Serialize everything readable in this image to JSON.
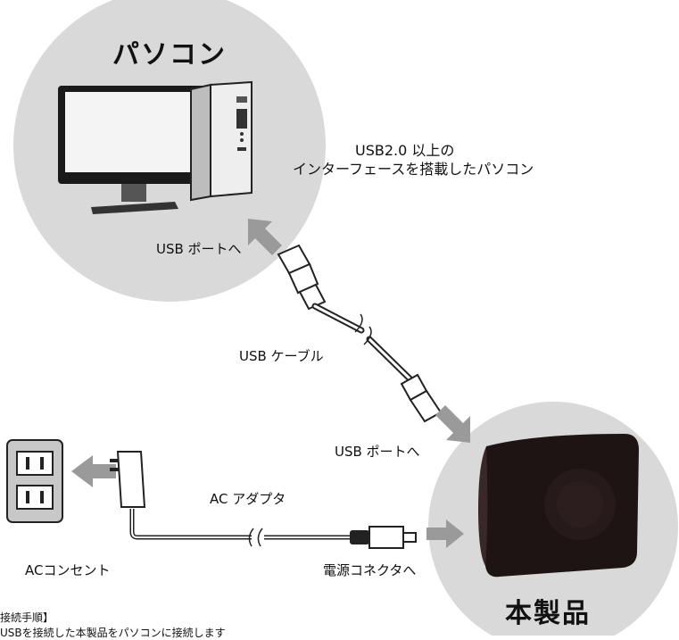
{
  "pc": {
    "title": "パソコン",
    "requirement_line1": "USB2.0 以上の",
    "requirement_line2": "インターフェースを搭載したパソコン",
    "usb_port_label": "USB ポートへ"
  },
  "cable": {
    "usb_cable_label": "USB ケーブル"
  },
  "device": {
    "title": "本製品",
    "usb_port_label": "USB ポートへ",
    "power_connector_label": "電源コネクタへ"
  },
  "power": {
    "adapter_label": "AC アダプタ",
    "outlet_label": "ACコンセント"
  },
  "steps": {
    "header": "接続手順】",
    "step1": "USBを接続した本製品をパソコンに接続します"
  }
}
